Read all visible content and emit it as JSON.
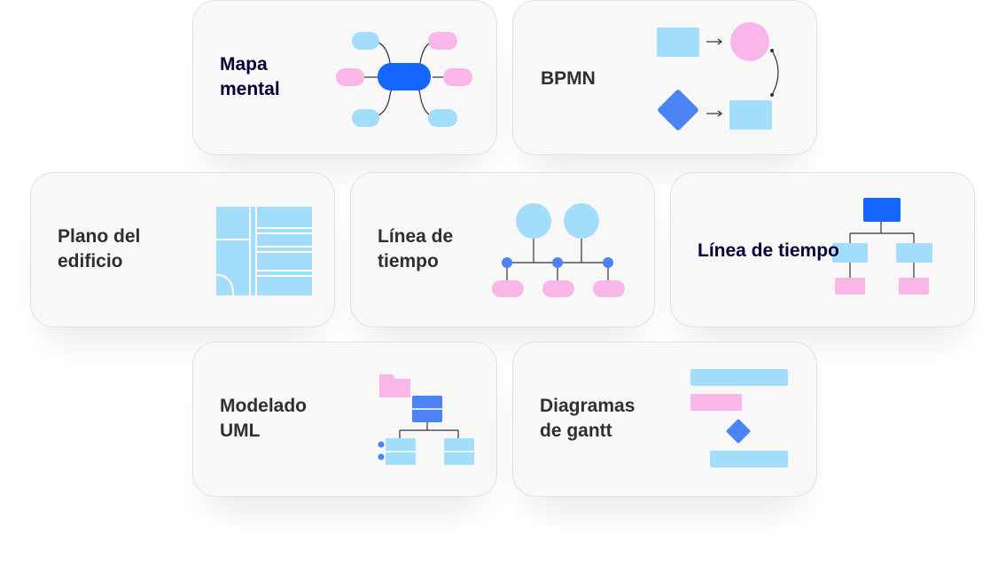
{
  "colors": {
    "card_bg": "#f8f8f8",
    "card_border": "#e2e2e2",
    "light_blue": "#a2defc",
    "pink": "#f9b6e8",
    "blue": "#1466ff",
    "mid_blue": "#4b82f4",
    "line": "#333333"
  },
  "cards": [
    {
      "label": "Mapa\nmental",
      "icon": "mind-map-icon"
    },
    {
      "label": "BPMN",
      "icon": "bpmn-icon"
    },
    {
      "label": "Plano del\n edificio",
      "icon": "floor-plan-icon"
    },
    {
      "label": "Línea de\ntiempo",
      "icon": "timeline-icon"
    },
    {
      "label": "Línea de tiempo",
      "icon": "org-chart-icon"
    },
    {
      "label": "Modelado\nUML",
      "icon": "uml-icon"
    },
    {
      "label": "Diagramas\nde gantt",
      "icon": "gantt-icon"
    }
  ]
}
